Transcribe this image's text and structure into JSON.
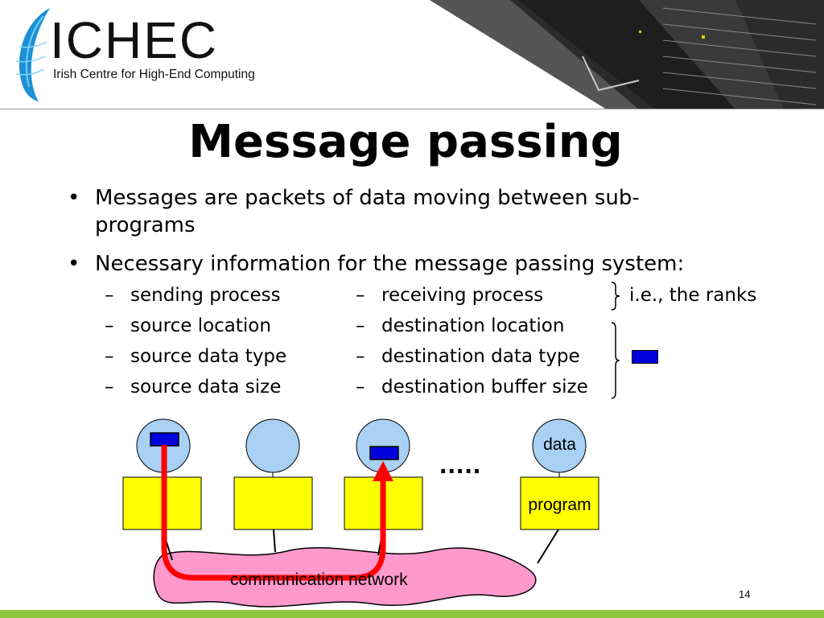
{
  "header": {
    "logo_main": "ICHEC",
    "logo_sub": "Irish Centre for High-End Computing"
  },
  "slide": {
    "title": "Message passing",
    "bullets": [
      {
        "line1": "Messages are packets of data moving between sub-",
        "line2": "programs"
      },
      {
        "line1": "Necessary information for the message passing system:"
      }
    ],
    "left_items": [
      "sending process",
      "source location",
      "source data type",
      "source data size"
    ],
    "right_items": [
      "receiving process",
      "destination location",
      "destination data type",
      "destination buffer size"
    ],
    "dash": "–",
    "bullet_glyph": "•",
    "ranks_note": "i.e., the ranks",
    "page_number": "14"
  },
  "diagram": {
    "data_label": "data",
    "program_label": "program",
    "ellipsis": ".....",
    "network_label": "communication network"
  },
  "colors": {
    "node_fill": "#a9d0f5",
    "program_fill": "#ffff00",
    "buffer_fill": "#0000dd",
    "network_fill": "#ff99cc",
    "arrow": "#ff0000",
    "accent_bar": "#8cc63f"
  }
}
